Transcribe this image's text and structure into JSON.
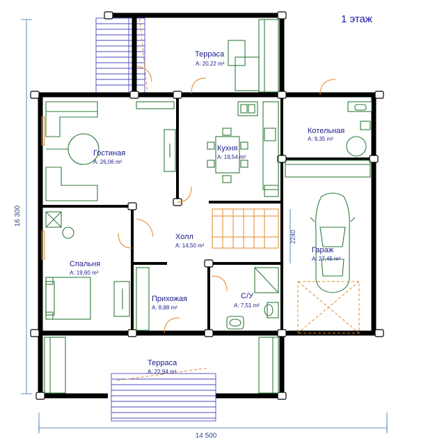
{
  "title": "1 этаж",
  "dimensions": {
    "width": "14 500",
    "height": "16 300",
    "garage_width": "2240"
  },
  "rooms": [
    {
      "key": "terrace_top",
      "name": "Терраса",
      "area": "А: 20,22 m²"
    },
    {
      "key": "living",
      "name": "Гостиная",
      "area": "А: 26,06 m²"
    },
    {
      "key": "kitchen",
      "name": "Кухня",
      "area": "А: 19,54 m²"
    },
    {
      "key": "boiler",
      "name": "Котельная",
      "area": "А: 9,35 m²"
    },
    {
      "key": "hall",
      "name": "Холл",
      "area": "А: 14,50 m²"
    },
    {
      "key": "garage",
      "name": "Гараж",
      "area": "А: 27,45 m²"
    },
    {
      "key": "bedroom",
      "name": "Спальня",
      "area": "А: 19,60 m²"
    },
    {
      "key": "entry",
      "name": "Прихожая",
      "area": "А: 8,88 m²"
    },
    {
      "key": "wc",
      "name": "С/У",
      "area": "А: 7,51 m²"
    },
    {
      "key": "terrace_bottom",
      "name": "Терраса",
      "area": "А: 22,94 m²"
    }
  ],
  "colors": {
    "walls": "#000000",
    "furniture": "#2d7a3a",
    "doors_windows": "#e08a2a",
    "labels": "#1a1a8c",
    "dimension_lines": "#3a6aaa"
  }
}
